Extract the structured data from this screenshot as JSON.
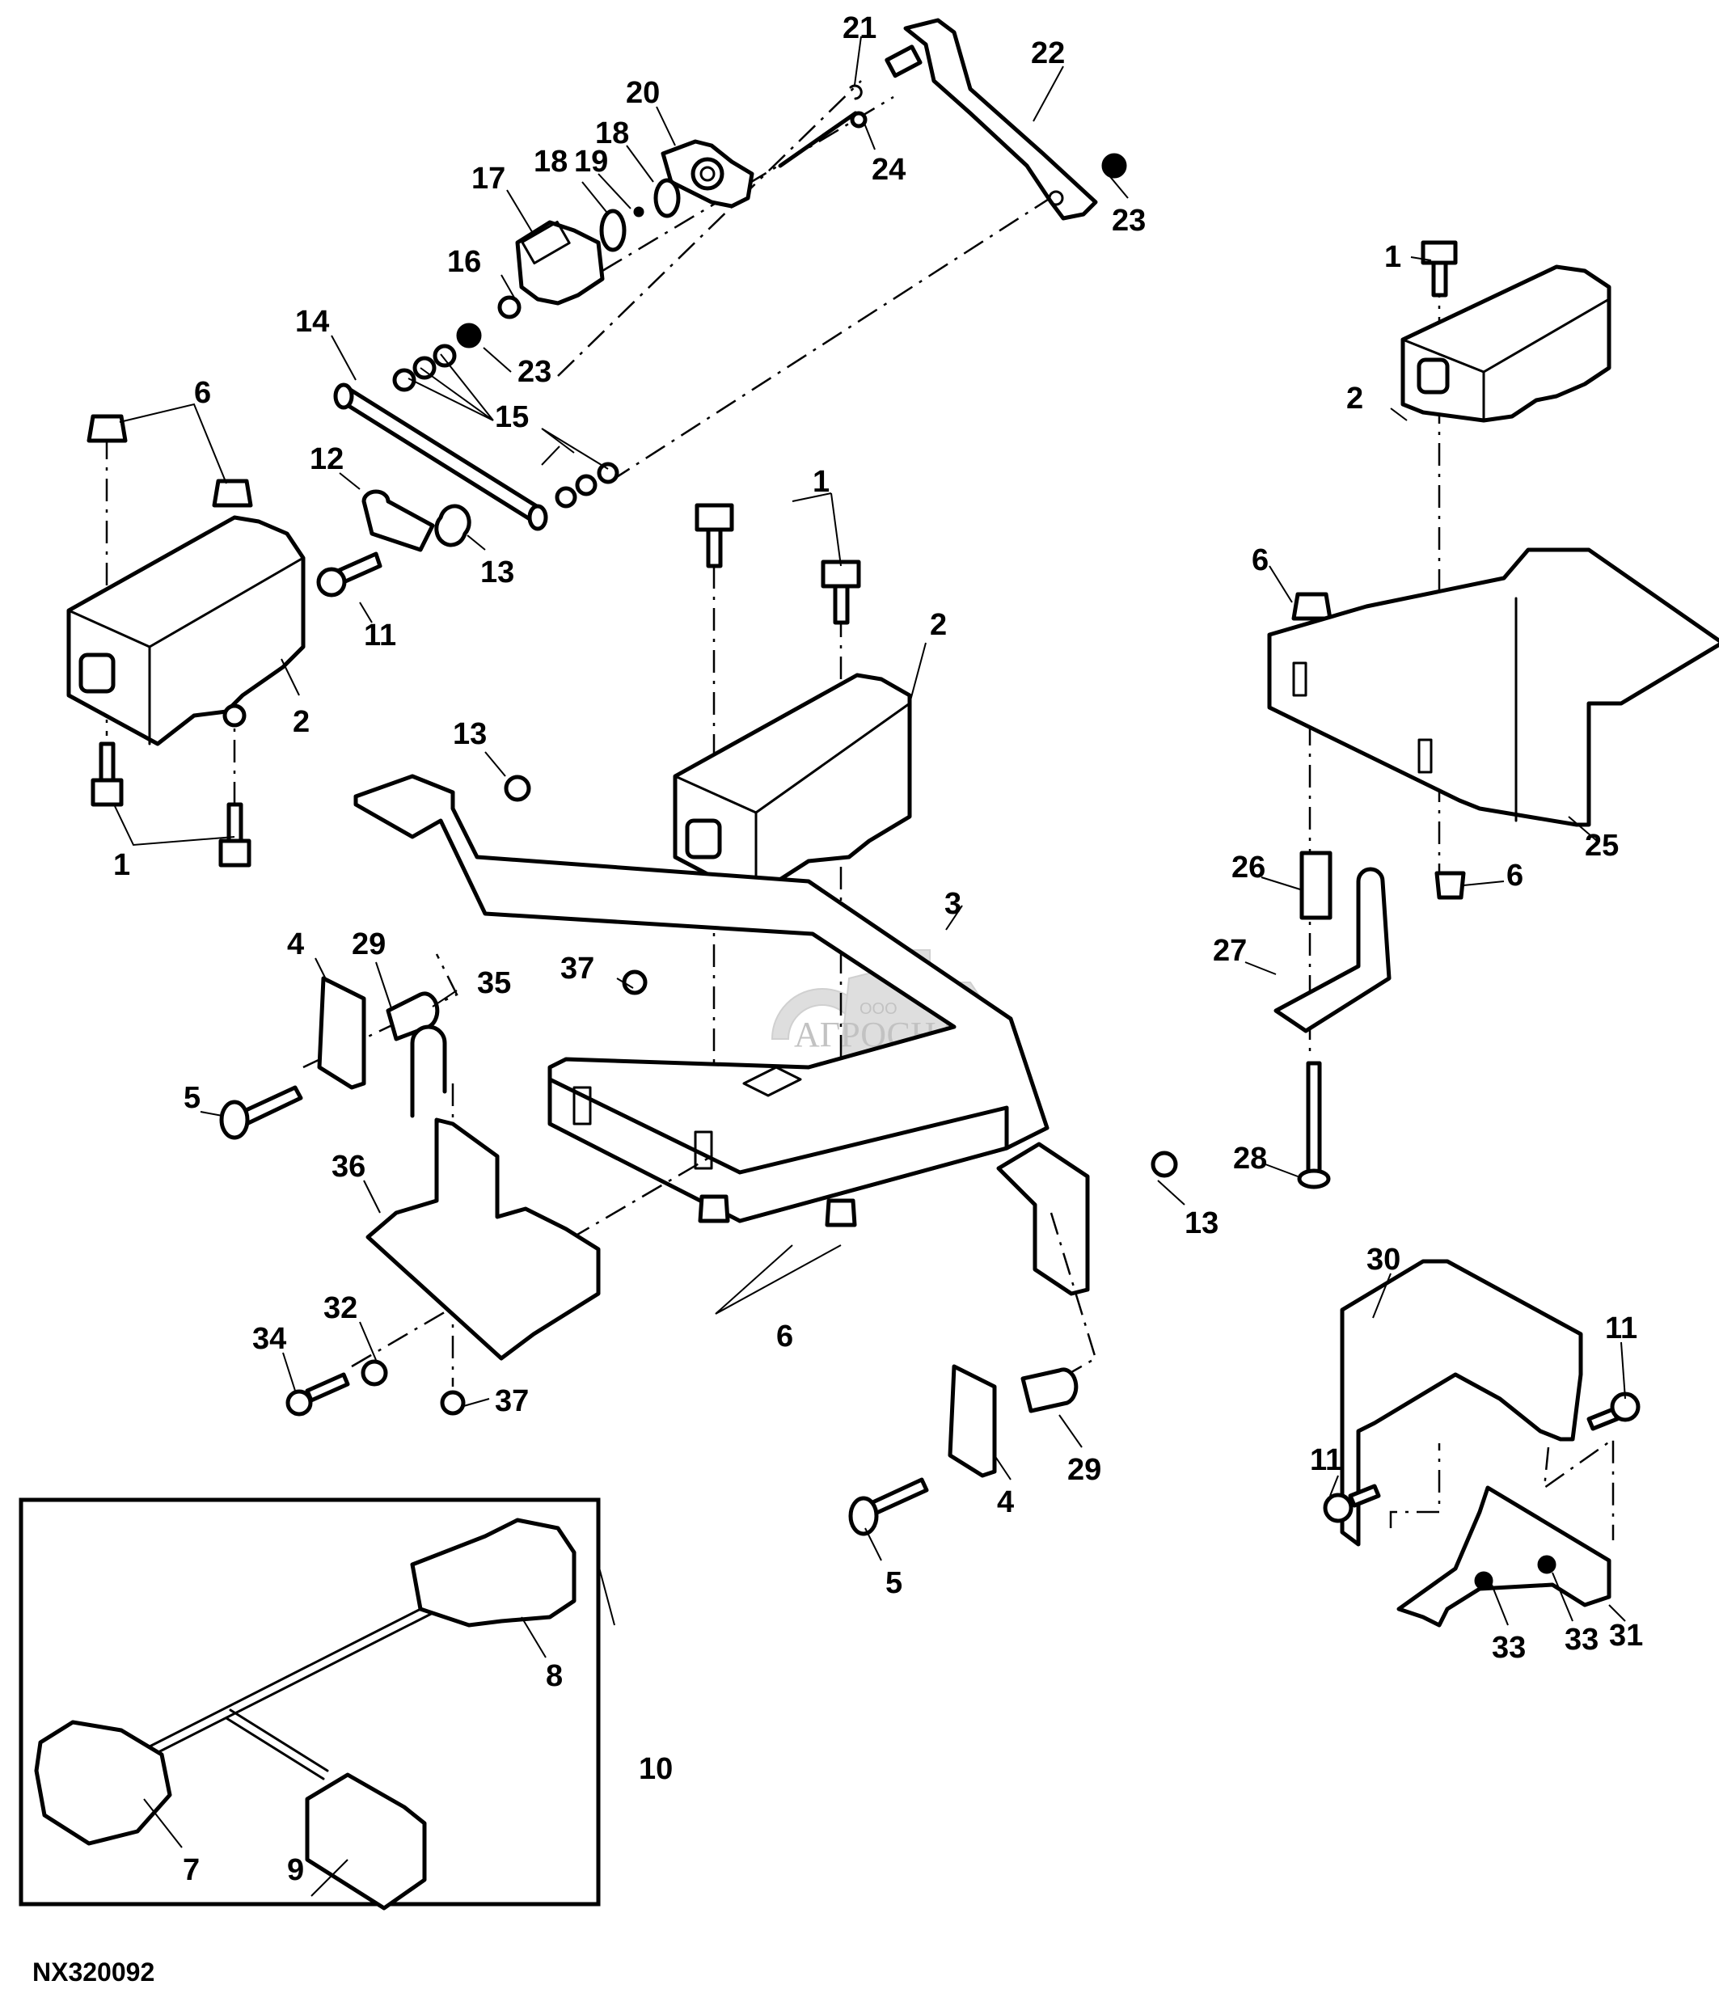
{
  "figure": {
    "id": "NX320092",
    "type": "exploded parts diagram"
  },
  "watermark": {
    "prefix": "ООО",
    "brand": "АГРОСНАБ"
  },
  "callouts": {
    "c1a": "1",
    "c1b": "1",
    "c1c": "1",
    "c2a": "2",
    "c2b": "2",
    "c2c": "2",
    "c3": "3",
    "c4a": "4",
    "c4b": "4",
    "c5a": "5",
    "c5b": "5",
    "c6a": "6",
    "c6b": "6",
    "c6c": "6",
    "c6d": "6",
    "c7": "7",
    "c8": "8",
    "c9": "9",
    "c10": "10",
    "c11a": "11",
    "c11b": "11",
    "c11c": "11",
    "c12": "12",
    "c13a": "13",
    "c13b": "13",
    "c13c": "13",
    "c14": "14",
    "c15": "15",
    "c16": "16",
    "c17": "17",
    "c18a": "18",
    "c18b": "18",
    "c19": "19",
    "c20": "20",
    "c21": "21",
    "c22": "22",
    "c23a": "23",
    "c23b": "23",
    "c24": "24",
    "c25": "25",
    "c26": "26",
    "c27": "27",
    "c28": "28",
    "c29a": "29",
    "c29b": "29",
    "c30": "30",
    "c31": "31",
    "c32": "32",
    "c33a": "33",
    "c33b": "33",
    "c34": "34",
    "c35": "35",
    "c36": "36",
    "c37a": "37",
    "c37b": "37"
  },
  "inset": {
    "label": "10",
    "contents": [
      "7",
      "8",
      "9"
    ]
  }
}
